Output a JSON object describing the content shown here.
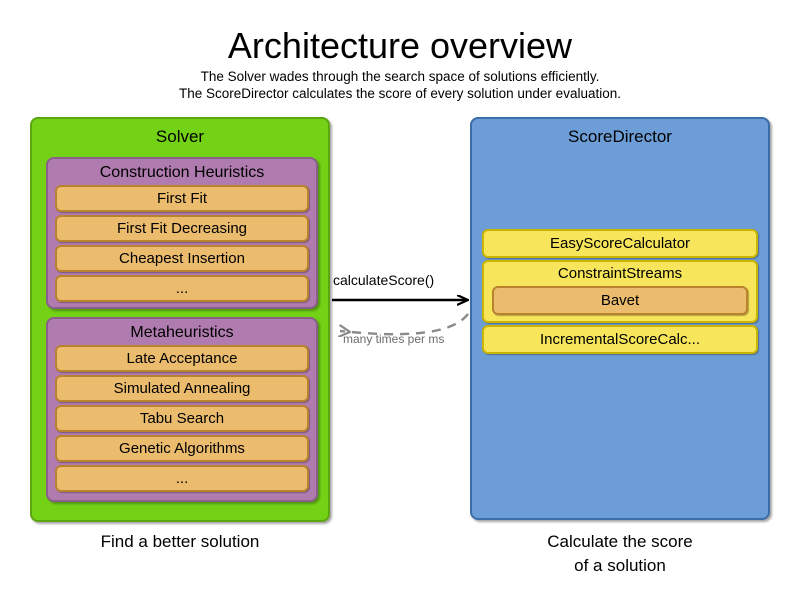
{
  "header": {
    "title": "Architecture overview",
    "subtitle_line1": "The Solver wades through the search space of solutions efficiently.",
    "subtitle_line2": "The ScoreDirector calculates the score of every solution under evaluation."
  },
  "colors": {
    "solver_green": "#73d216",
    "group_purple": "#b07cb0",
    "item_orange": "#ebbc6e",
    "score_director_blue": "#6d9dd6",
    "item_yellow": "#f7e65b",
    "dashed_arrow_gray": "#8a8a8a",
    "solid_arrow_black": "#000000"
  },
  "solver": {
    "title": "Solver",
    "caption": "Find a better solution",
    "groups": [
      {
        "title": "Construction Heuristics",
        "items": [
          "First Fit",
          "First Fit Decreasing",
          "Cheapest Insertion",
          "..."
        ]
      },
      {
        "title": "Metaheuristics",
        "items": [
          "Late Acceptance",
          "Simulated Annealing",
          "Tabu Search",
          "Genetic Algorithms",
          "..."
        ]
      }
    ]
  },
  "score_director": {
    "title": "ScoreDirector",
    "caption_line1": "Calculate the score",
    "caption_line2": "of a solution",
    "items": [
      {
        "label": "EasyScoreCalculator",
        "type": "leaf"
      },
      {
        "label": "ConstraintStreams",
        "type": "container",
        "children": [
          "Bavet"
        ]
      },
      {
        "label": "IncrementalScoreCalc...",
        "type": "leaf"
      }
    ]
  },
  "arrows": {
    "forward_label": "calculateScore()",
    "return_label": "many times per ms"
  }
}
